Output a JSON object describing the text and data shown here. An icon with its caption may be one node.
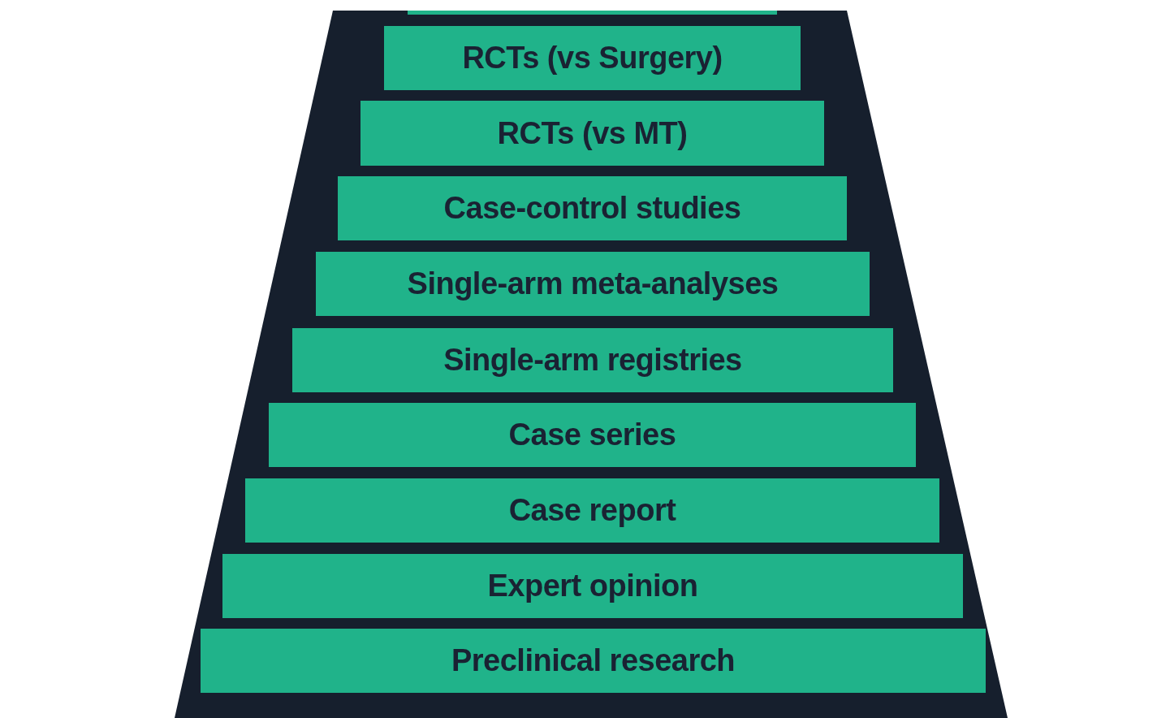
{
  "diagram": {
    "nodes": [
      {
        "text": [],
        "shape": "trapezoid"
      },
      {
        "text": [],
        "shape": "bar",
        "in": 0
      },
      {
        "text": [
          "RCTs (vs Surgery)"
        ],
        "in": 0
      },
      {
        "text": [
          "RCTs (vs MT)"
        ],
        "in": 0
      },
      {
        "text": [
          "Case-control studies"
        ],
        "in": 0
      },
      {
        "text": [
          "Single-arm meta-analyses"
        ],
        "in": 0
      },
      {
        "text": [
          "Single-arm registries"
        ],
        "in": 0
      },
      {
        "text": [
          "Case series"
        ],
        "in": 0
      },
      {
        "text": [
          "Case report"
        ],
        "in": 0
      },
      {
        "text": [
          "Expert opinion"
        ],
        "in": 0
      },
      {
        "text": [
          "Preclinical research"
        ],
        "in": 0
      }
    ]
  }
}
